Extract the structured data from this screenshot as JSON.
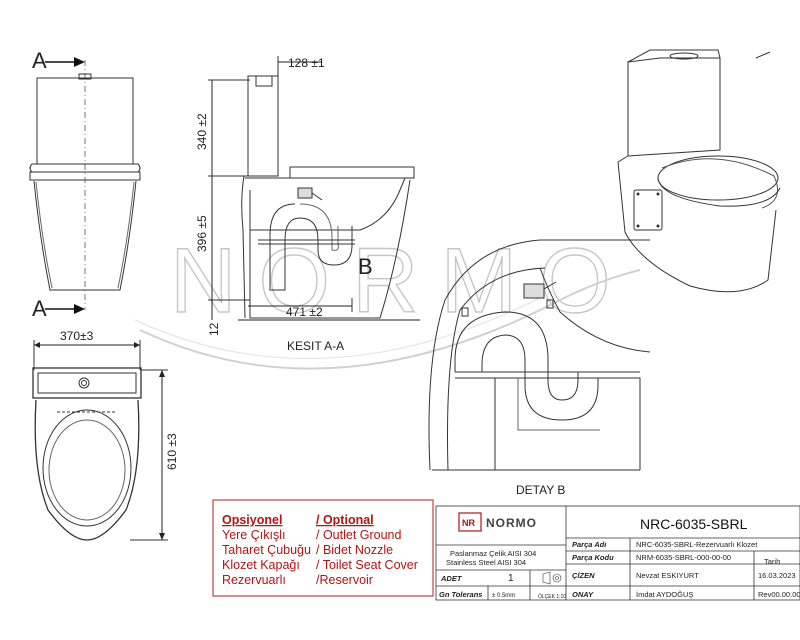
{
  "watermark": "NORMO",
  "section_labels": {
    "a_top": "A",
    "a_bottom": "A",
    "b": "B",
    "section": "KESIT A-A",
    "detail": "DETAY B"
  },
  "dimensions": {
    "top_width": "128 ±1",
    "height_tank": "340 ±2",
    "height_seat": "396 ±5",
    "floor": "12",
    "depth": "471 ±2",
    "plan_width": "370±3",
    "plan_depth": "610 ±3"
  },
  "options": {
    "header_tr": "Opsiyonel",
    "header_en": "/ Optional",
    "rows": [
      {
        "tr": "Yere Çıkışlı",
        "en": "/ Outlet Ground"
      },
      {
        "tr": "Taharet Çubuğu",
        "en": "/ Bidet Nozzle"
      },
      {
        "tr": "Klozet Kapağı",
        "en": "/ Toilet Seat Cover"
      },
      {
        "tr": "Rezervuarlı",
        "en": "/Reservoir"
      }
    ]
  },
  "title_block": {
    "logo_text": "NORMO",
    "logo_mark": "NR",
    "code": "NRC-6035-SBRL",
    "material_tr": "Paslanmaz Çelik AISI 304",
    "material_en": "Stainless Steel AISI 304",
    "labels": {
      "part_name": "Parça Adı",
      "part_code": "Parça Kodu",
      "drawn": "ÇİZEN",
      "approve": "ONAY",
      "qty": "ADET",
      "tolerance": "Gn Tolerans",
      "date": "Tarih"
    },
    "values": {
      "part_name": "NRC-6035-SBRL-Rezervuarlı Klozet",
      "part_code": "NRM-6035-SBRL-000-00-00",
      "drawn": "Nevzat ESKIYURT",
      "approve": "İmdat AYDOĞUŞ",
      "qty": "1",
      "tolerance": "± 0.5mm",
      "scale": "ÖLÇEK 1:10",
      "date": "16.03.2023",
      "revision": "Rev00.00.00"
    }
  }
}
